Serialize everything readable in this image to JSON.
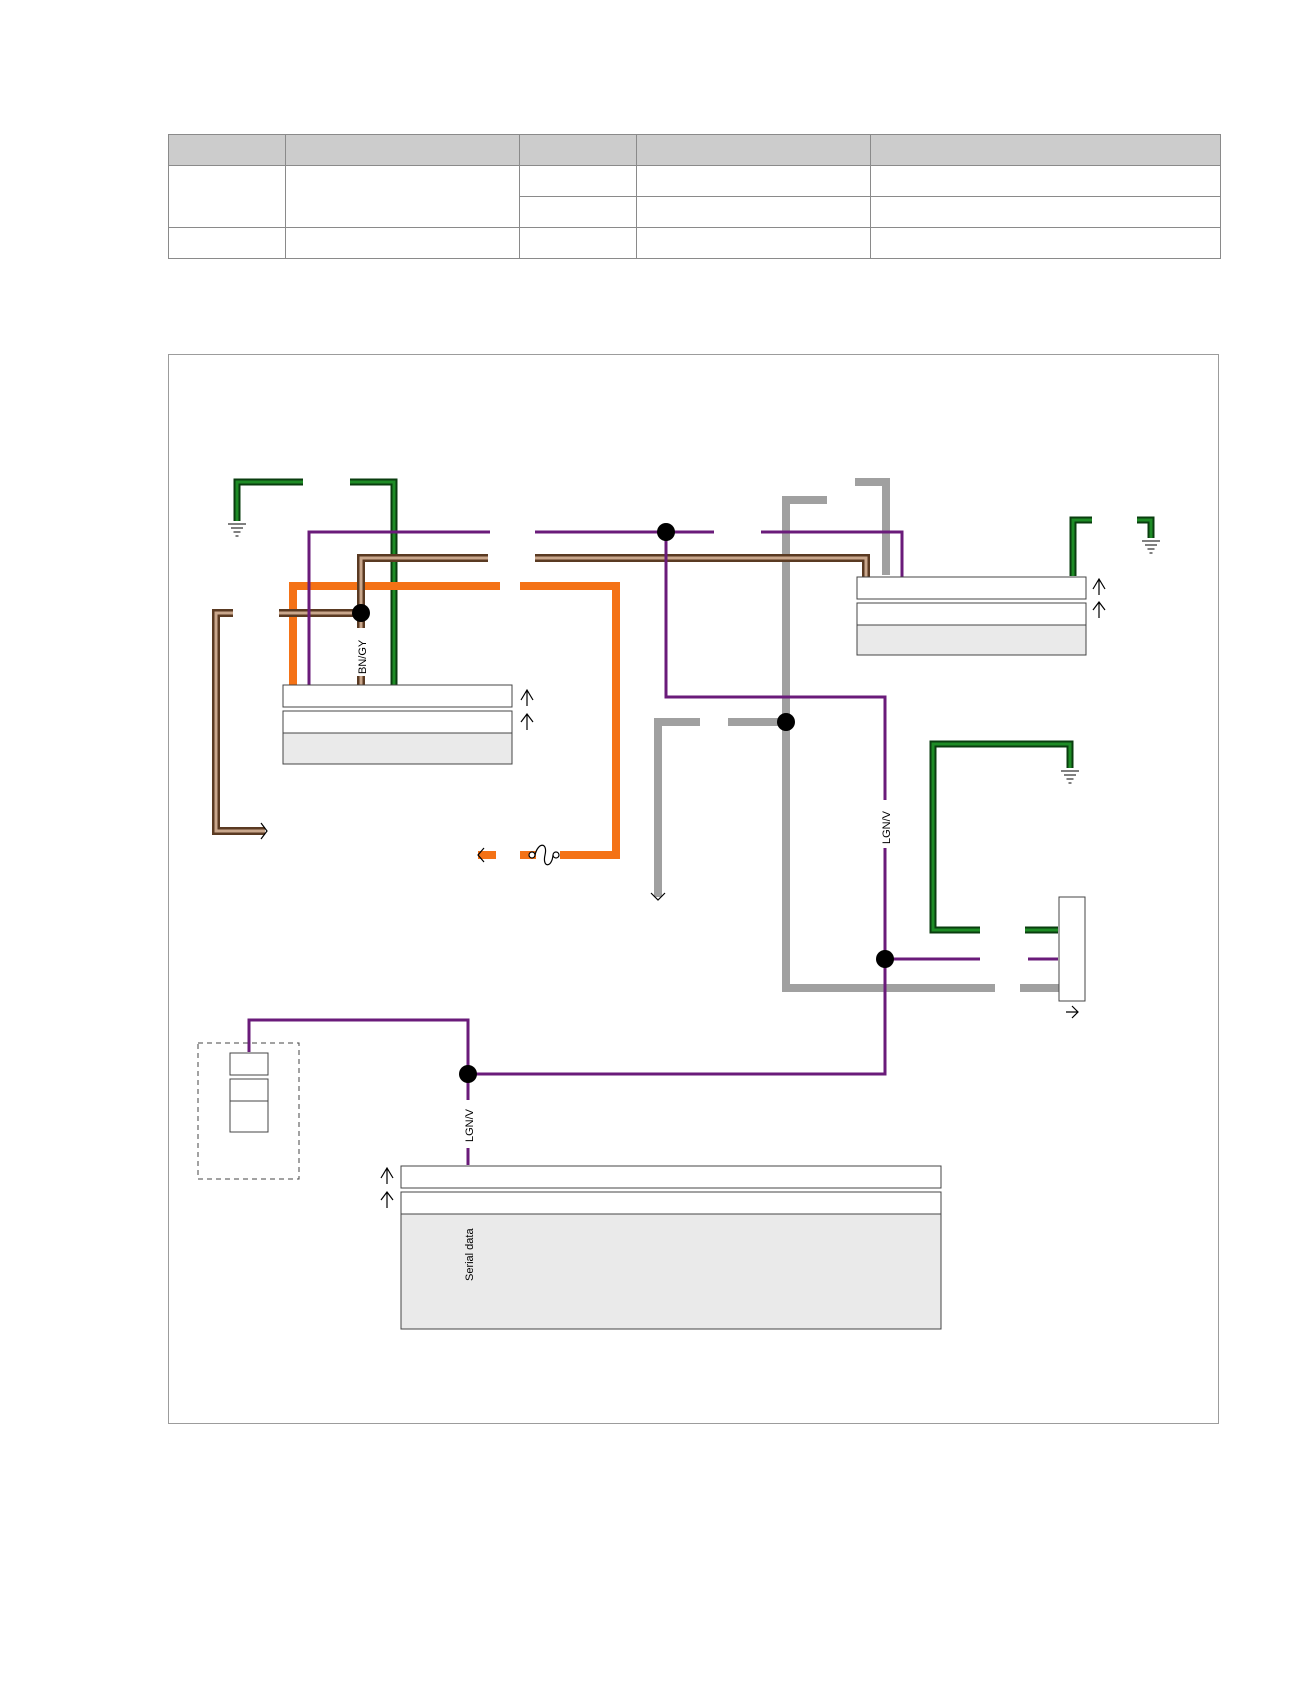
{
  "table": {
    "header": [
      "",
      "",
      "",
      "",
      ""
    ],
    "rows": [
      [
        "",
        "",
        "",
        "",
        ""
      ],
      [
        "",
        "",
        ""
      ],
      [
        "",
        "",
        "",
        "",
        ""
      ]
    ]
  },
  "diagram": {
    "wire_labels": {
      "bn_gy": "BN/GY",
      "lgn_v_upper": "LGN/V",
      "lgn_v_lower": "LGN/V",
      "serial_data": "Serial data"
    },
    "colors": {
      "purple": "#6a1b7a",
      "brown": "#8b5a3c",
      "orange": "#f47216",
      "green": "#137c1b",
      "gray": "#a0a0a0",
      "module_fill": "#eaeaea"
    },
    "icons": [
      "ground-icon",
      "fuse-icon",
      "connector-icon",
      "splice-icon"
    ]
  }
}
